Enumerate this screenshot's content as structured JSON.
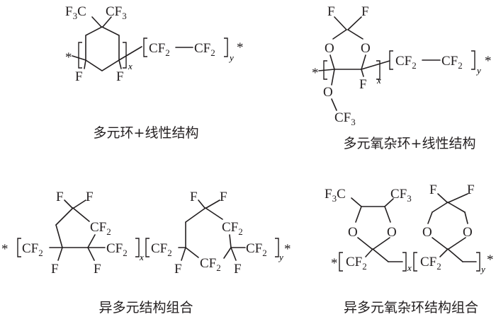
{
  "panels": [
    {
      "caption": "多元环+线性结构",
      "atoms": {
        "f": "F",
        "cf": "CF",
        "c": "C",
        "s2": "2",
        "s3": "3",
        "star": "*",
        "x": "x",
        "y": "y"
      }
    },
    {
      "caption": "多元氧杂环+线性结构",
      "atoms": {
        "f": "F",
        "o": "O",
        "cf": "CF",
        "s2": "2",
        "s3": "3",
        "star": "*",
        "x": "x",
        "y": "y"
      }
    },
    {
      "caption": "异多元结构组合",
      "atoms": {
        "f": "F",
        "cf": "CF",
        "s2": "2",
        "star": "*",
        "x": "x",
        "y": "y"
      }
    },
    {
      "caption": "异多元氧杂环结构组合",
      "atoms": {
        "f": "F",
        "o": "O",
        "cf": "CF",
        "c": "C",
        "s2": "2",
        "s3": "3",
        "star": "*",
        "x": "x",
        "y": "y"
      }
    }
  ]
}
